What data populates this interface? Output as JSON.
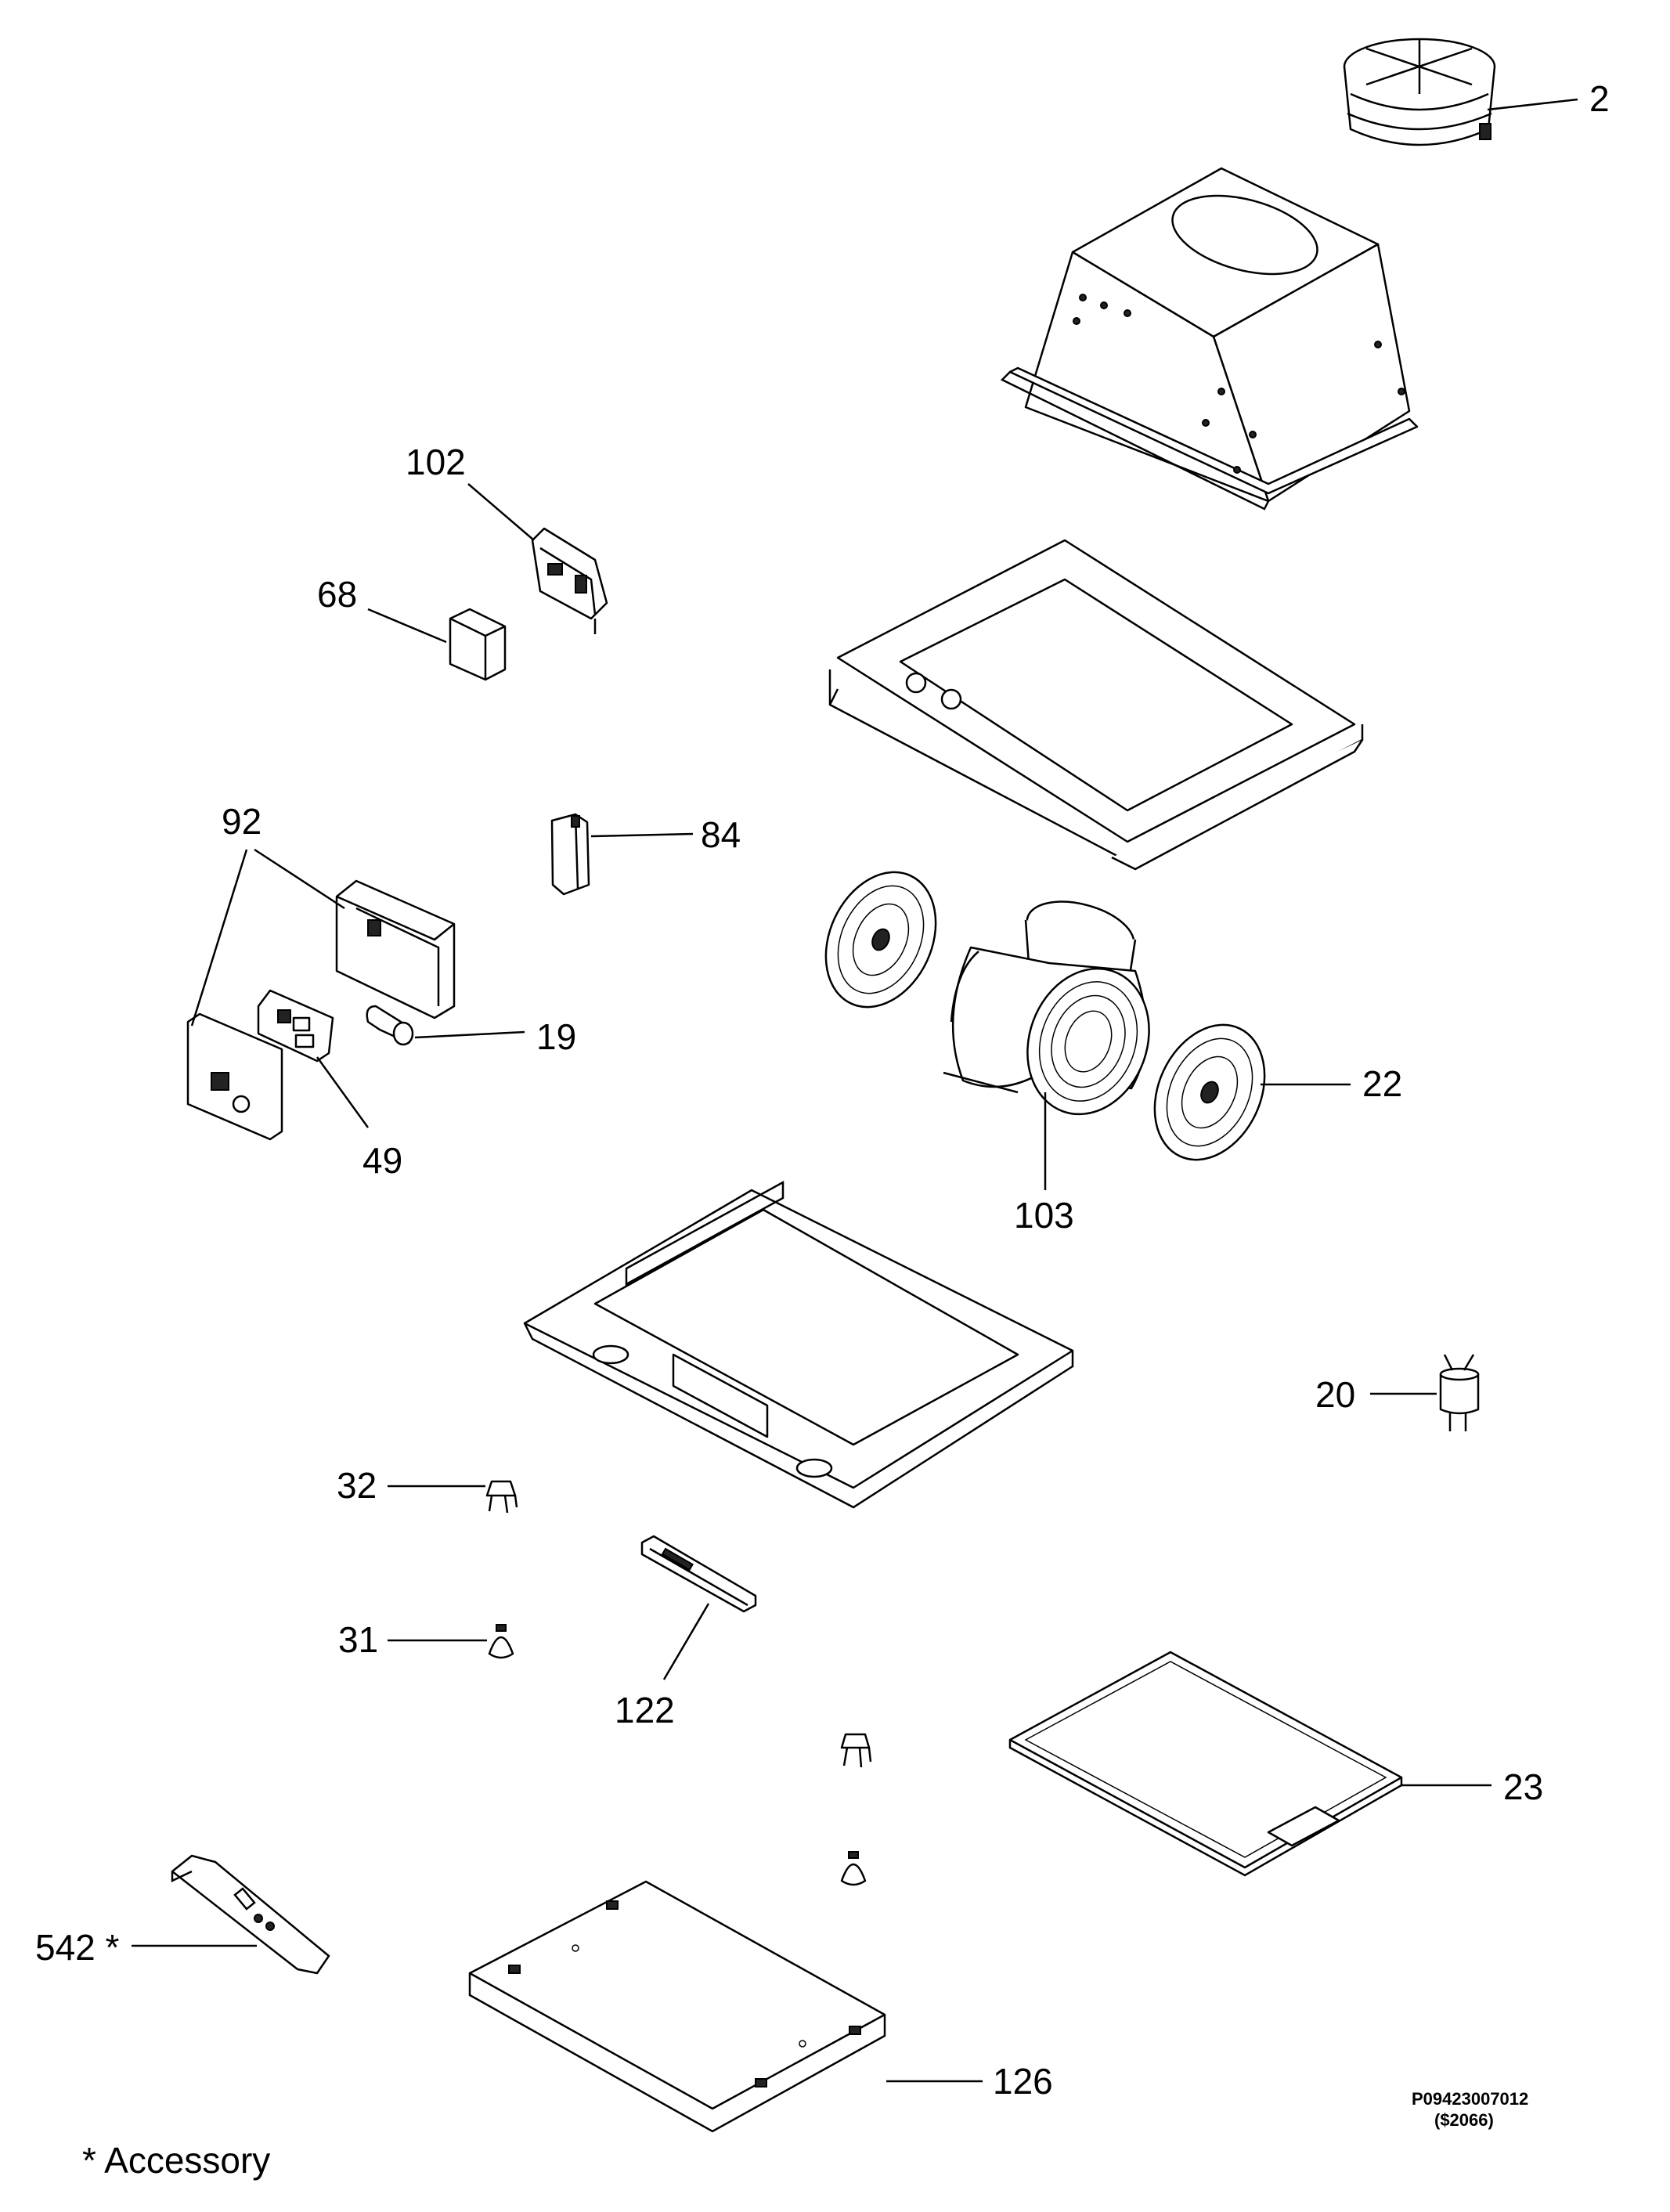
{
  "labels": {
    "l2": "2",
    "l102": "102",
    "l68": "68",
    "l92": "92",
    "l84": "84",
    "l19": "19",
    "l49": "49",
    "l22": "22",
    "l103": "103",
    "l20": "20",
    "l32": "32",
    "l31": "31",
    "l122": "122",
    "l23": "23",
    "l542": "542 *",
    "l126": "126"
  },
  "drawing_code": "P09423007012",
  "drawing_rev": "($2066)",
  "footnote": "* Accessory"
}
